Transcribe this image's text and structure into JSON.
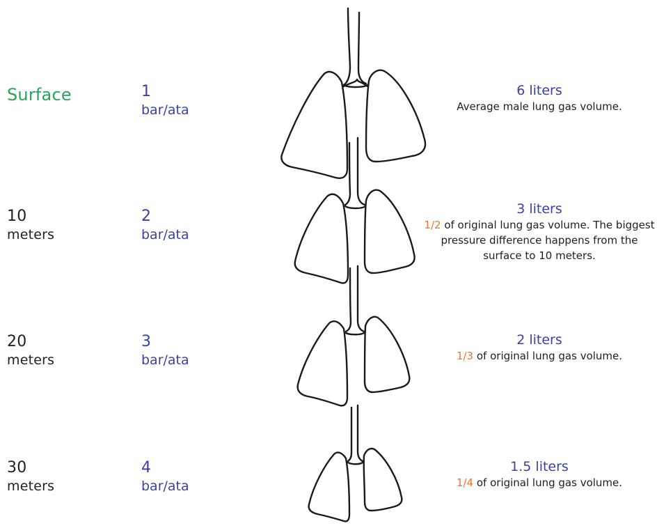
{
  "rows": [
    {
      "depth_value": "Surface",
      "depth_unit": "",
      "pressure_value": "1",
      "pressure_unit": "bar/ata",
      "volume": "6 liters",
      "fraction": "",
      "description": "Average male lung gas volume."
    },
    {
      "depth_value": "10",
      "depth_unit": "meters",
      "pressure_value": "2",
      "pressure_unit": "bar/ata",
      "volume": "3 liters",
      "fraction": "1/2",
      "description": "of original lung gas volume. The biggest pressure difference happens from the surface to 10 meters."
    },
    {
      "depth_value": "20",
      "depth_unit": "meters",
      "pressure_value": "3",
      "pressure_unit": "bar/ata",
      "volume": "2 liters",
      "fraction": "1/3",
      "description": "of original lung gas volume."
    },
    {
      "depth_value": "30",
      "depth_unit": "meters",
      "pressure_value": "4",
      "pressure_unit": "bar/ata",
      "volume": "1.5 liters",
      "fraction": "1/4",
      "description": "of original lung gas volume."
    }
  ],
  "colors": {
    "surface_label": "#2aa35a",
    "pressure": "#3b3fa6",
    "volume": "#3b3fa6",
    "fraction": "#f0722c",
    "text": "#1f1f1f",
    "outline": "#1a1a1a"
  },
  "icons": [
    "lungs-surface-icon",
    "lungs-10m-icon",
    "lungs-20m-icon",
    "lungs-30m-icon"
  ]
}
